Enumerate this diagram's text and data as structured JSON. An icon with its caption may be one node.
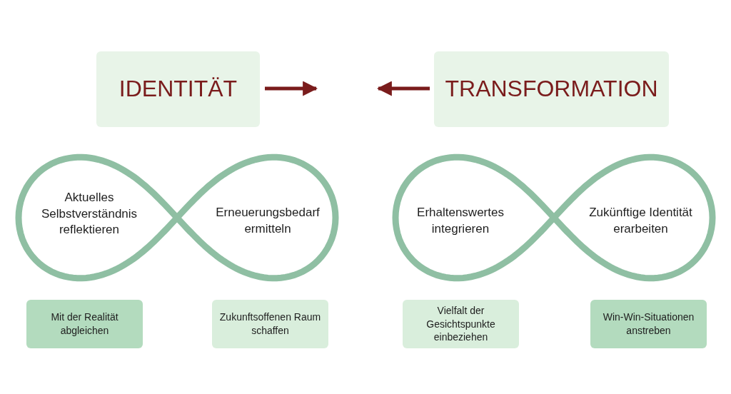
{
  "diagram": {
    "nodes": [
      {
        "text": [
          "IDENTITÄT"
        ]
      },
      {
        "text": [
          "TRANSFORMATION"
        ]
      },
      {
        "text": [
          "Aktuelles Selbstverständnis reflektieren"
        ]
      },
      {
        "text": [
          "Erneuerungsbedarf ermitteln"
        ]
      },
      {
        "text": [
          "Erhaltenswertes integrieren"
        ]
      },
      {
        "text": [
          "Zukünftige Identität erarbeiten"
        ]
      },
      {
        "text": [
          "Mit der Realität abgleichen"
        ]
      },
      {
        "text": [
          "Zukunftsoffenen Raum schaffen"
        ]
      },
      {
        "text": [
          "Vielfalt der Gesichtspunkte einbeziehen"
        ]
      },
      {
        "text": [
          "Win-Win-Situationen anstreben"
        ]
      }
    ],
    "edges": [
      {
        "from": 0,
        "to": null,
        "arrow": "to"
      },
      {
        "from": 1,
        "to": null,
        "arrow": "to"
      }
    ]
  }
}
